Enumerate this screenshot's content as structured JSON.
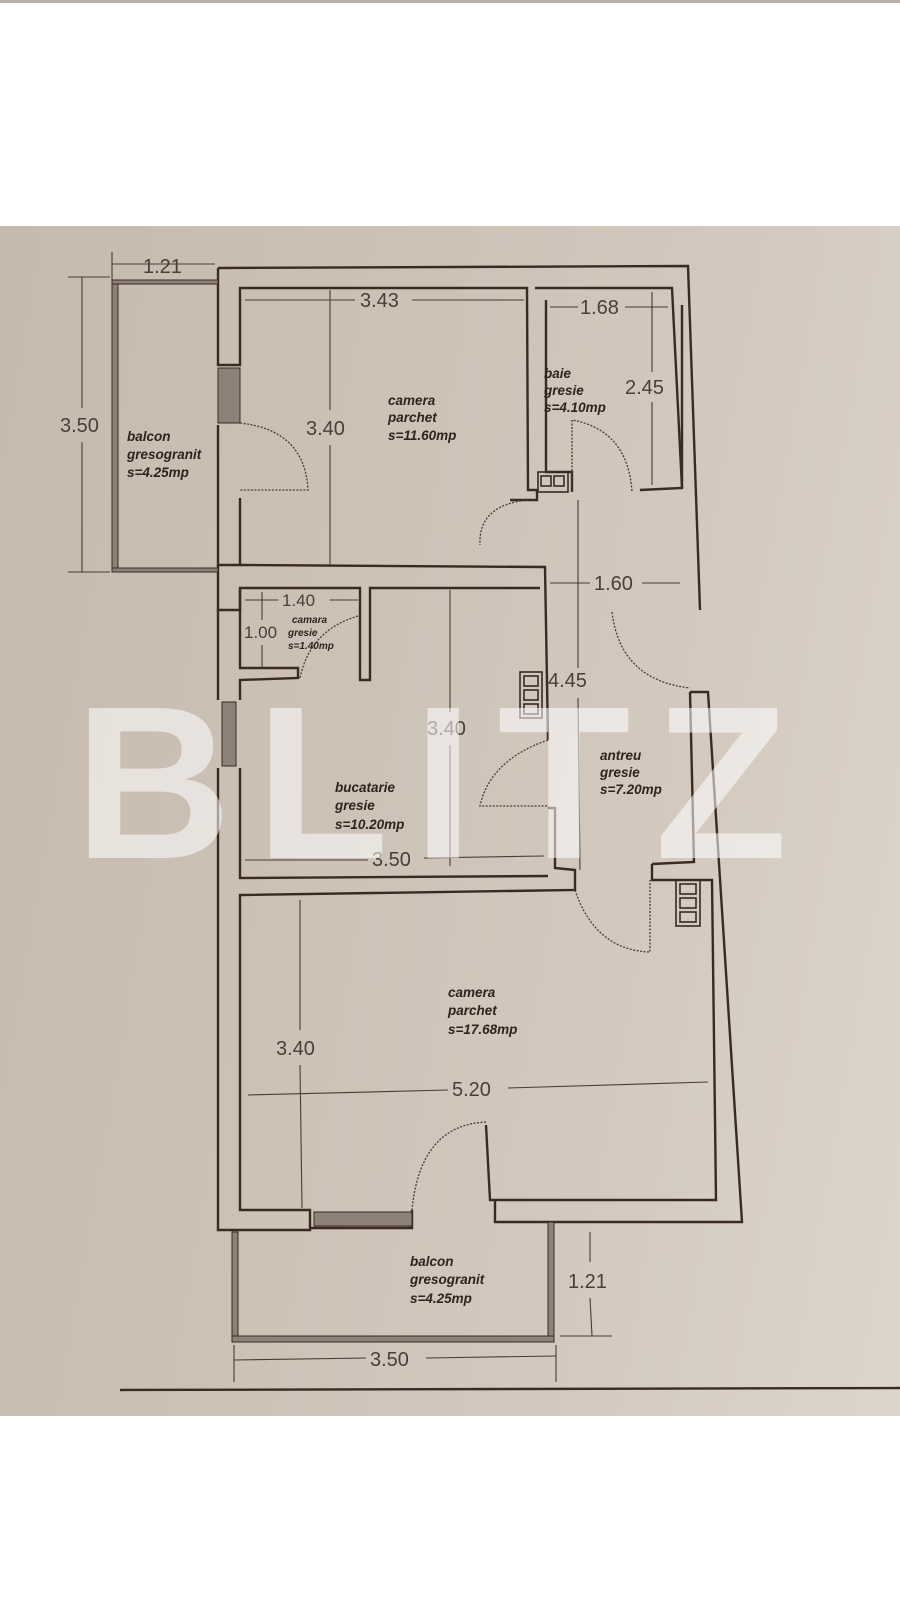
{
  "watermark": "BLITZ",
  "rooms": [
    {
      "id": "balcon-top",
      "name": "balcon",
      "finish": "gresogranit",
      "area": "s=4.25mp"
    },
    {
      "id": "camera-1",
      "name": "camera",
      "finish": "parchet",
      "area": "s=11.60mp"
    },
    {
      "id": "baie",
      "name": "baie",
      "finish": "gresie",
      "area": "s=4.10mp"
    },
    {
      "id": "camara",
      "name": "camara",
      "finish": "gresie",
      "area": "s=1.40mp"
    },
    {
      "id": "bucatarie",
      "name": "bucatarie",
      "finish": "gresie",
      "area": "s=10.20mp"
    },
    {
      "id": "antreu",
      "name": "antreu",
      "finish": "gresie",
      "area": "s=7.20mp"
    },
    {
      "id": "camera-2",
      "name": "camera",
      "finish": "parchet",
      "area": "s=17.68mp"
    },
    {
      "id": "balcon-bottom",
      "name": "balcon",
      "finish": "gresogranit",
      "area": "s=4.25mp"
    }
  ],
  "dimensions": {
    "balcon_top_width": "1.21",
    "balcon_top_height": "3.50",
    "camera1_width": "3.43",
    "camera1_height": "3.40",
    "baie_width": "1.68",
    "baie_height": "2.45",
    "antreu_width": "1.60",
    "antreu_height": "4.45",
    "camara_width": "1.40",
    "camara_height": "1.00",
    "bucatarie_height": "3.40",
    "bucatarie_width": "3.50",
    "camera2_height": "3.40",
    "camera2_width": "5.20",
    "balcon_bottom_height": "1.21",
    "balcon_bottom_width": "3.50"
  }
}
